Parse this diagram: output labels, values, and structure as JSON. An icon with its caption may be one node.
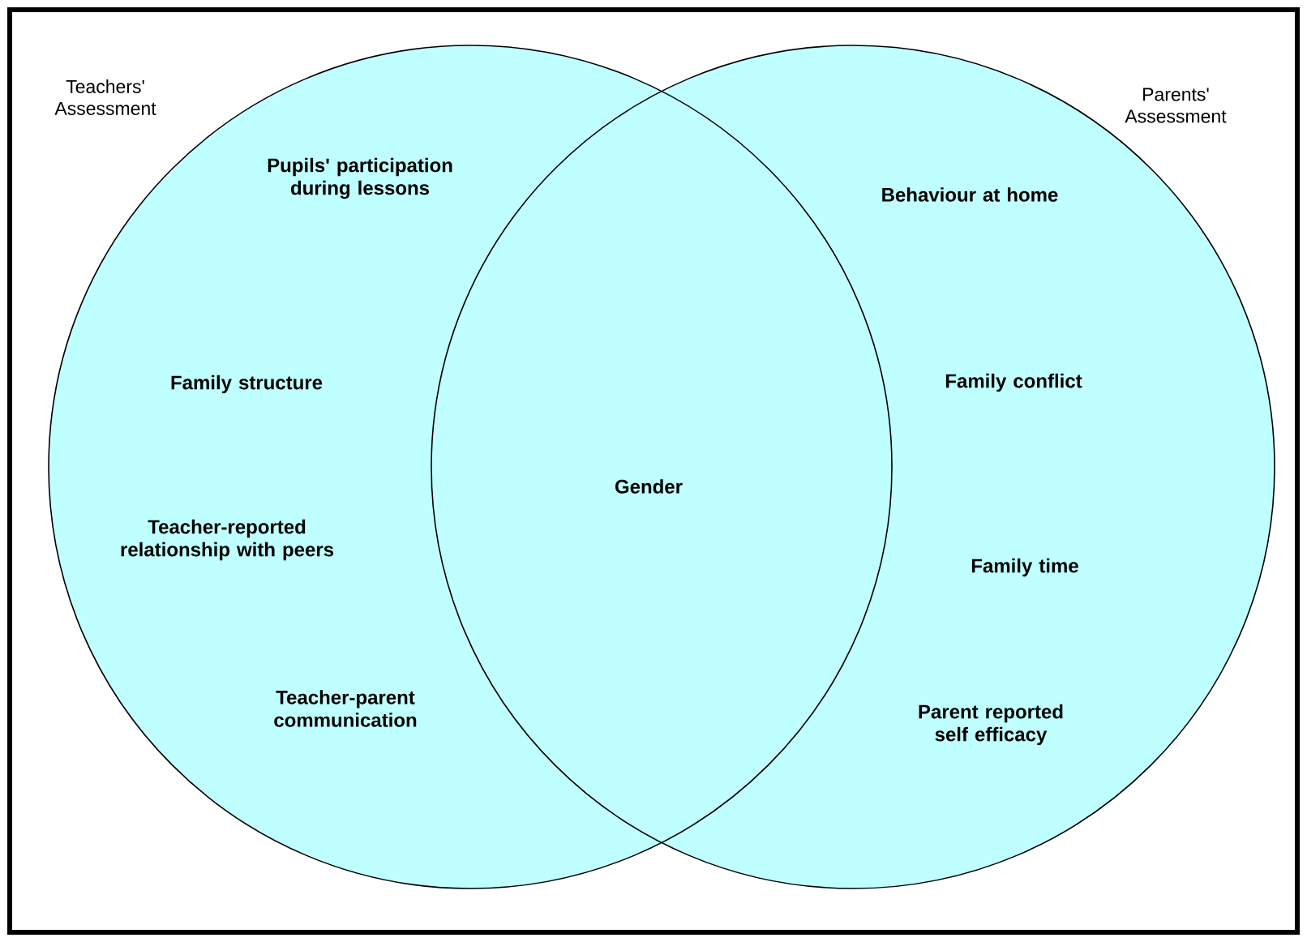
{
  "diagram": {
    "nodes": [
      {
        "text": [
          "Teachers' Assessment",
          "Pupils' participation during lessons",
          "Family structure",
          "Teacher-reported relationship with peers",
          "Teacher-parent communication"
        ]
      },
      {
        "text": [
          "Parents' Assessment",
          "Behaviour at home",
          "Family conflict",
          "Family time",
          "Parent reported self efficacy"
        ]
      }
    ],
    "labels": [
      "Gender"
    ]
  }
}
